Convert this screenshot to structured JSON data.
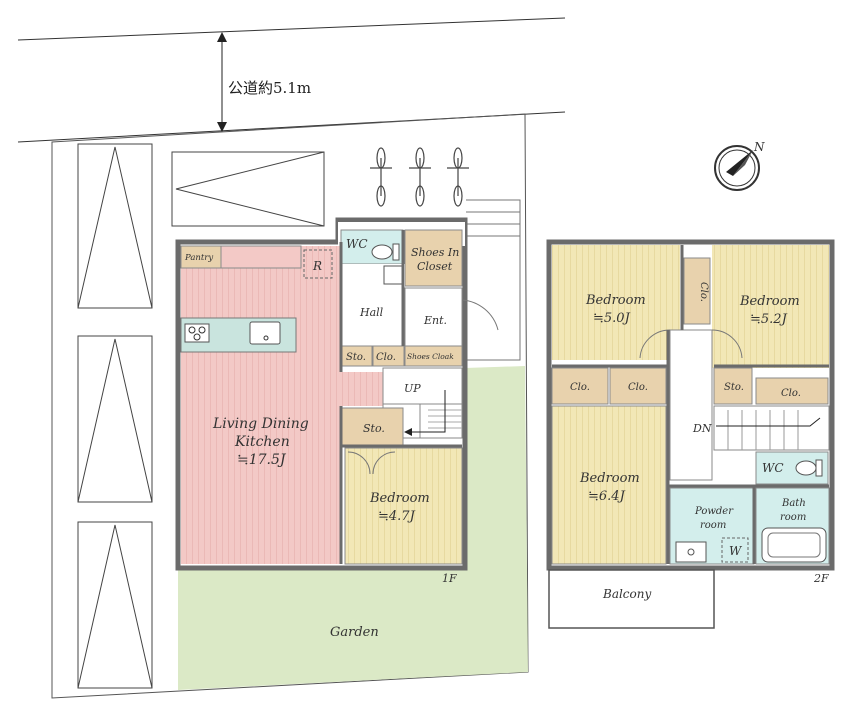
{
  "road": {
    "label": "公道約5.1m"
  },
  "compass": {
    "north": "N"
  },
  "floor1": {
    "floor_label": "1F",
    "rooms": {
      "pantry": "Pantry",
      "refrigerator": "R",
      "wc": "WC",
      "shoes_in_closet_l1": "Shoes In",
      "shoes_in_closet_l2": "Closet",
      "hall": "Hall",
      "entrance": "Ent.",
      "storage_hall": "Sto.",
      "closet_hall": "Clo.",
      "shoes_cloak": "Shoes Cloak",
      "stairs_up": "UP",
      "ldk_l1": "Living Dining",
      "ldk_l2": "Kitchen",
      "ldk_size": "≒17.5J",
      "storage_bed": "Sto.",
      "bedroom_name": "Bedroom",
      "bedroom_size": "≒4.7J"
    },
    "garden": "Garden"
  },
  "floor2": {
    "floor_label": "2F",
    "rooms": {
      "bedroom_a_name": "Bedroom",
      "bedroom_a_size": "≒5.0J",
      "closet_a": "Clo.",
      "bedroom_b_name": "Bedroom",
      "bedroom_b_size": "≒5.2J",
      "closet_left1": "Clo.",
      "closet_left2": "Clo.",
      "storage": "Sto.",
      "closet_right": "Clo.",
      "stairs_down": "DN",
      "wc": "WC",
      "bedroom_c_name": "Bedroom",
      "bedroom_c_size": "≒6.4J",
      "powder_l1": "Powder",
      "powder_l2": "room",
      "bath_l1": "Bath",
      "bath_l2": "room",
      "washer": "W",
      "balcony": "Balcony"
    }
  }
}
